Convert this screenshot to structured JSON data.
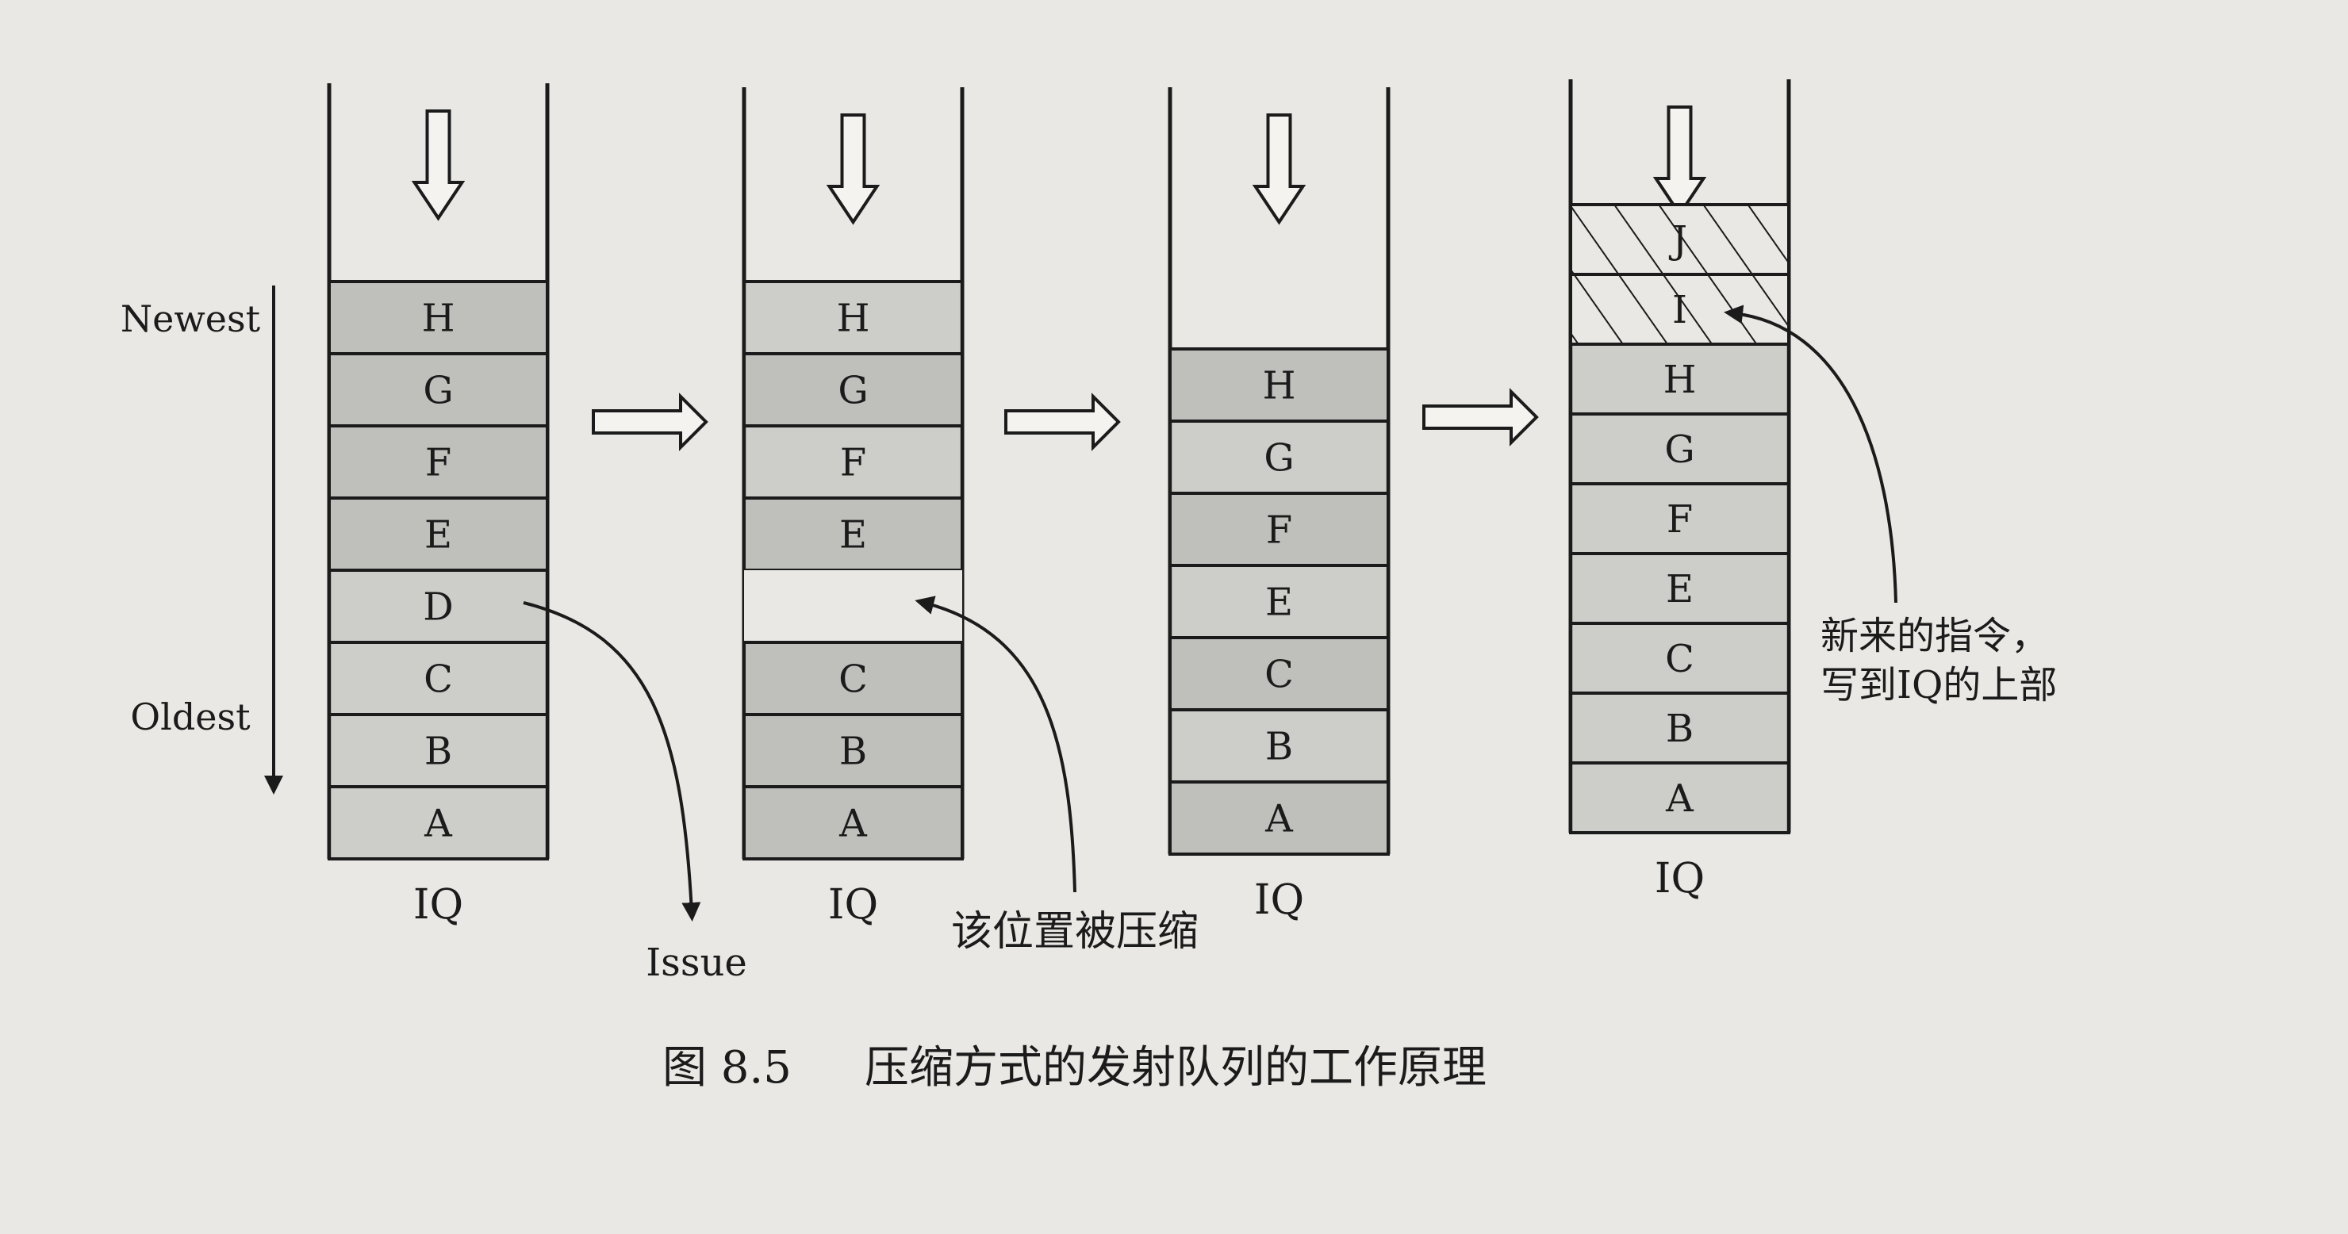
{
  "queues": [
    {
      "label": "IQ",
      "slots": [
        "H",
        "G",
        "F",
        "E",
        "D",
        "C",
        "B",
        "A"
      ]
    },
    {
      "label": "IQ",
      "slots": [
        "H",
        "G",
        "F",
        "E",
        "",
        "C",
        "B",
        "A"
      ]
    },
    {
      "label": "IQ",
      "slots": [
        "H",
        "G",
        "F",
        "E",
        "C",
        "B",
        "A"
      ]
    },
    {
      "label": "IQ",
      "slots": [
        "J",
        "I",
        "H",
        "G",
        "F",
        "E",
        "C",
        "B",
        "A"
      ],
      "new_entries": [
        "J",
        "I"
      ]
    }
  ],
  "axis": {
    "newest": "Newest",
    "oldest": "Oldest"
  },
  "annotations": {
    "issue": "Issue",
    "compressed": "该位置被压缩",
    "new_instr_line1": "新来的指令，",
    "new_instr_line2": "写到IQ的上部"
  },
  "caption": {
    "number": "图 8.5",
    "title": "压缩方式的发射队列的工作原理"
  },
  "colors": {
    "ink": "#1b1b1b",
    "page": "#e9e8e4",
    "shaded_cell": "#bfbfbc"
  }
}
